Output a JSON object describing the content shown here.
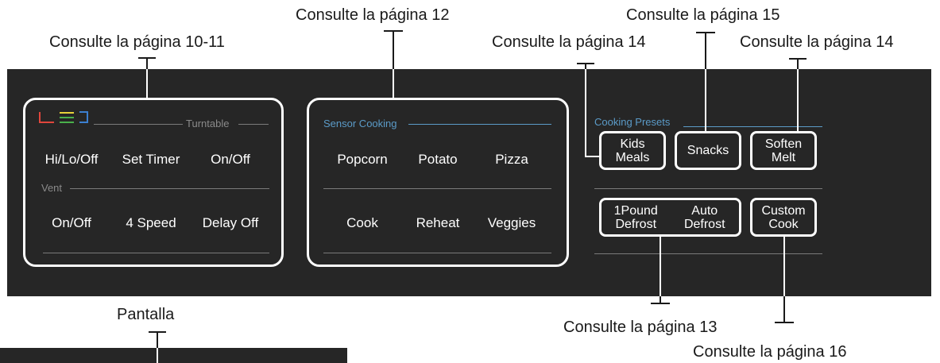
{
  "callouts": {
    "page_10_11": "Consulte la página 10-11",
    "page_12": "Consulte la página 12",
    "page_14_kids": "Consulte la página 14",
    "page_15": "Consulte la página 15",
    "page_14_soften": "Consulte la página 14",
    "pantalla": "Pantalla",
    "page_13": "Consulte la página 13",
    "page_16": "Consulte la página 16"
  },
  "led_vent_group": {
    "turntable_label": "Turntable",
    "vent_label": "Vent",
    "row1": [
      "Hi/Lo/Off",
      "Set Timer",
      "On/Off"
    ],
    "row2": [
      "On/Off",
      "4 Speed",
      "Delay Off"
    ]
  },
  "sensor_group": {
    "label": "Sensor Cooking",
    "row1": [
      "Popcorn",
      "Potato",
      "Pizza"
    ],
    "row2": [
      "Cook",
      "Reheat",
      "Veggies"
    ]
  },
  "presets": {
    "label": "Cooking Presets",
    "kids_meals": "Kids\nMeals",
    "snacks": "Snacks",
    "soften_melt": "Soften\nMelt",
    "one_pound_defrost": "1Pound\nDefrost",
    "auto_defrost": "Auto\nDefrost",
    "custom_cook": "Custom\nCook"
  },
  "colors": {
    "panel": "#262626",
    "sensor_accent": "#5b9bc8",
    "led_red": "#e0463c",
    "led_yellow": "#e8d23a",
    "led_green": "#49b04b",
    "led_blue": "#3b7fd0"
  }
}
